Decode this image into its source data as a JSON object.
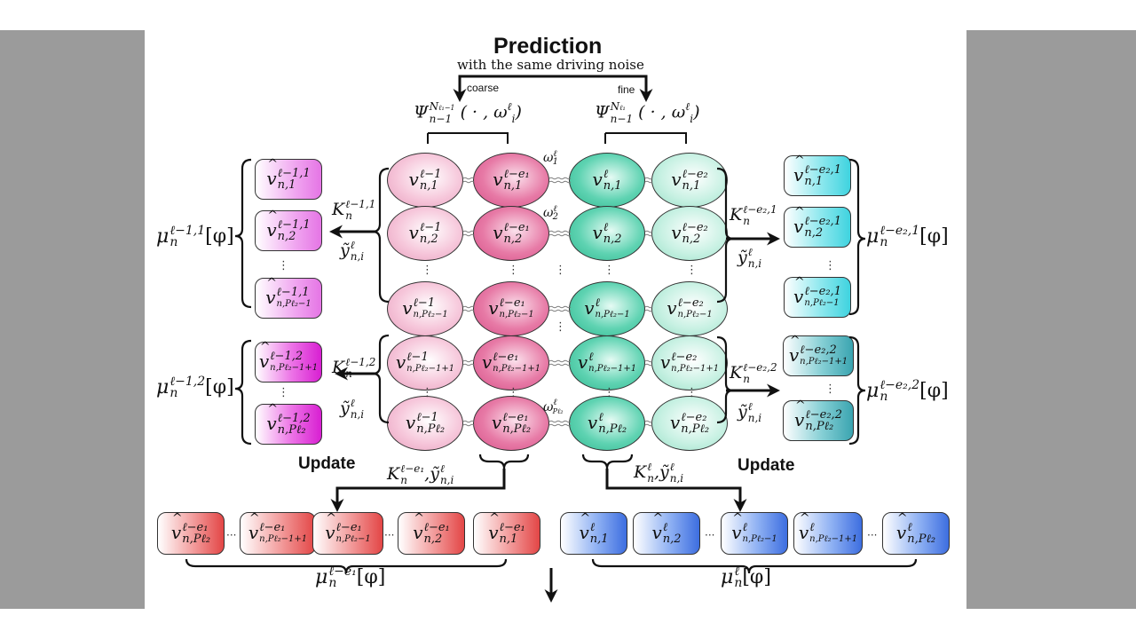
{
  "figure": {
    "title": "Prediction",
    "subtitle": "with the same driving noise",
    "coarse_label": "coarse",
    "fine_label": "fine",
    "update_left": "Update",
    "update_right": "Update"
  },
  "propagators": {
    "coarse": {
      "base": "Ψ",
      "sup": "N",
      "sup_sub": "ℓ₁−1",
      "sub": "n−1",
      "args": "( · , ω",
      "arg_sup": "ℓ",
      "arg_sub": "i",
      "close": ")"
    },
    "fine": {
      "base": "Ψ",
      "sup": "N",
      "sup_sub": "ℓ₁",
      "sub": "n−1",
      "args": "( · , ω",
      "arg_sup": "ℓ",
      "arg_sub": "i",
      "close": ")"
    }
  },
  "noise_labels": [
    {
      "base": "ω",
      "sup": "ℓ",
      "sub": "1"
    },
    {
      "base": "ω",
      "sup": "ℓ",
      "sub": "2"
    },
    {
      "base": "ω",
      "sup": "ℓ",
      "sub": "Pℓ₂"
    }
  ],
  "node_columns": [
    {
      "sup": "ℓ−1",
      "color": "#f3b9d2"
    },
    {
      "sup": "ℓ−e₁",
      "color": "#e06b9c"
    },
    {
      "sup": "ℓ",
      "color": "#48c9a3"
    },
    {
      "sup": "ℓ−e₂",
      "color": "#b5ebd8"
    }
  ],
  "node_rows": [
    {
      "sub": "n,1"
    },
    {
      "sub": "n,2"
    },
    {
      "sub": "n,Pℓ₂−1"
    },
    {
      "sub": "n,Pℓ₂−1+1"
    },
    {
      "sub": "n,Pℓ₂"
    }
  ],
  "node_base": "v",
  "left_gain_1": {
    "K": "K",
    "K_sub": "n",
    "K_sup": "ℓ−1,1",
    "y": "ỹ",
    "y_sup": "ℓ",
    "y_sub": "n,i"
  },
  "left_gain_2": {
    "K": "K",
    "K_sub": "n",
    "K_sup": "ℓ−1,2",
    "y": "ỹ",
    "y_sup": "ℓ",
    "y_sub": "n,i"
  },
  "right_gain_1": {
    "K": "K",
    "K_sub": "n",
    "K_sup": "ℓ−e₂,1",
    "y": "ỹ",
    "y_sup": "ℓ",
    "y_sub": "n,i"
  },
  "right_gain_2": {
    "K": "K",
    "K_sub": "n",
    "K_sup": "ℓ−e₂,2",
    "y": "ỹ",
    "y_sup": "ℓ",
    "y_sub": "n,i"
  },
  "left_boxes_1": {
    "sup": "ℓ−1,1",
    "subs": [
      "n,1",
      "n,2",
      "n,Pℓ₂−1"
    ],
    "color": "#e575e5"
  },
  "left_boxes_2": {
    "sup": "ℓ−1,2",
    "subs": [
      "n,Pℓ₂−1+1",
      "n,Pℓ₂"
    ],
    "color": "#d81fd2"
  },
  "right_boxes_1": {
    "sup": "ℓ−e₂,1",
    "subs": [
      "n,1",
      "n,2",
      "n,Pℓ₂−1"
    ],
    "color": "#3fd3df"
  },
  "right_boxes_2": {
    "sup": "ℓ−e₂,2",
    "subs": [
      "n,Pℓ₂−1+1",
      "n,Pℓ₂"
    ],
    "color": "#3aa4b0"
  },
  "measures": {
    "left_1": {
      "base": "μ",
      "sup": "ℓ−1,1",
      "sub": "n",
      "arg": "[φ]"
    },
    "left_2": {
      "base": "μ",
      "sup": "ℓ−1,2",
      "sub": "n",
      "arg": "[φ]"
    },
    "right_1": {
      "base": "μ",
      "sup": "ℓ−e₂,1",
      "sub": "n",
      "arg": "[φ]"
    },
    "right_2": {
      "base": "μ",
      "sup": "ℓ−e₂,2",
      "sub": "n",
      "arg": "[φ]"
    },
    "bottom_red": {
      "base": "μ",
      "sup": "ℓ−e₁",
      "sub": "n",
      "arg": "[φ]"
    },
    "bottom_blue": {
      "base": "μ",
      "sup": "ℓ",
      "sub": "n",
      "arg": "[φ]"
    }
  },
  "bottom_gain_red": {
    "K": "K",
    "K_sub": "n",
    "K_sup": "ℓ−e₁",
    "sep": ",",
    "y": "ỹ",
    "y_sup": "ℓ",
    "y_sub": "n,i"
  },
  "bottom_gain_blue": {
    "K": "K",
    "K_sub": "n",
    "K_sup": "ℓ",
    "sep": ",",
    "y": "ỹ",
    "y_sup": "ℓ",
    "y_sub": "n,i"
  },
  "bottom_red_boxes": {
    "sup": "ℓ−e₁",
    "subs": [
      "n,Pℓ₂",
      "n,Pℓ₂−1+1",
      "n,Pℓ₂−1",
      "n,2",
      "n,1"
    ],
    "color": "#e34646"
  },
  "bottom_blue_boxes": {
    "sup": "ℓ",
    "subs": [
      "n,1",
      "n,2",
      "n,Pℓ₂−1",
      "n,Pℓ₂−1+1",
      "n,Pℓ₂"
    ],
    "color": "#3d6ee0"
  },
  "hat_base": "v",
  "ellipsis_h": "···",
  "ellipsis_v": "⋮"
}
